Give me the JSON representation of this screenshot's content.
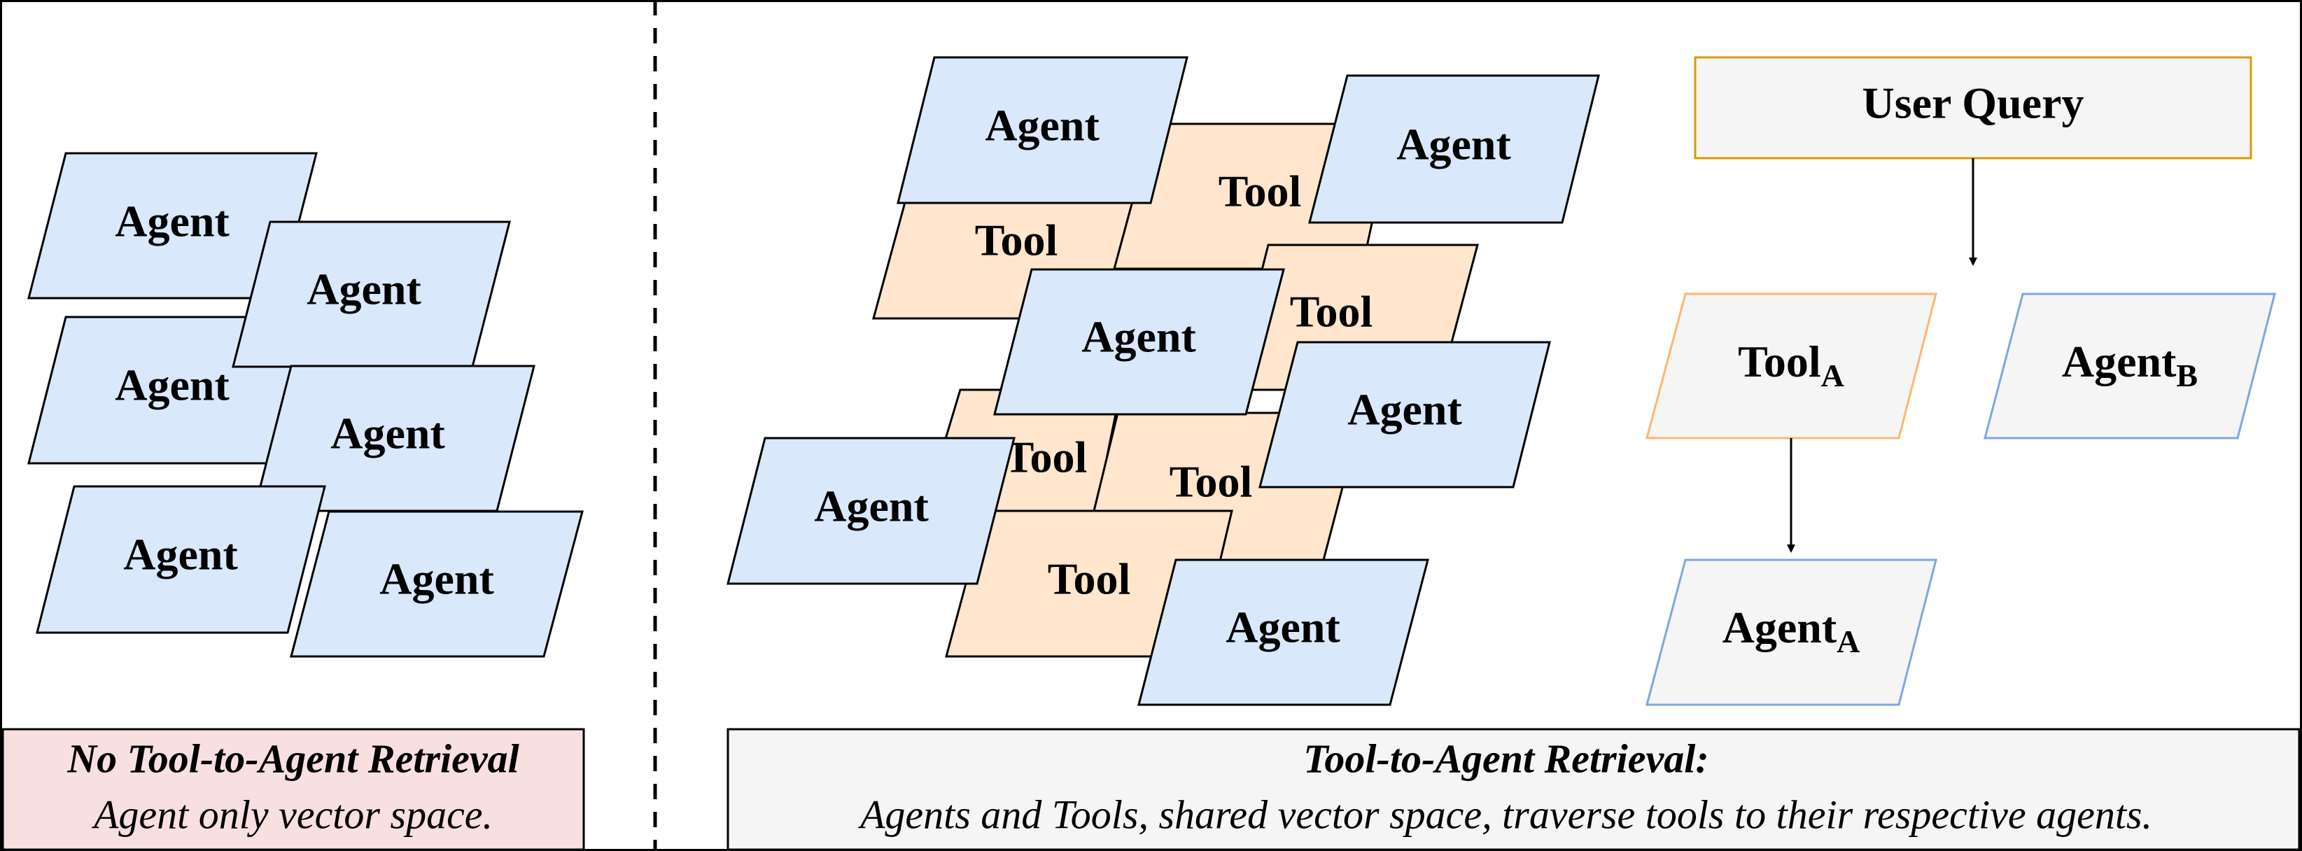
{
  "labels": {
    "agent": "Agent",
    "tool": "Tool",
    "user_query": "User Query",
    "tool_a_base": "Tool",
    "tool_a_sub": "A",
    "agent_b_base": "Agent",
    "agent_b_sub": "B",
    "agent_a_base": "Agent",
    "agent_a_sub": "A"
  },
  "left_caption": {
    "title": "No Tool-to-Agent Retrieval",
    "subtitle": "Agent only vector space."
  },
  "right_caption": {
    "title": "Tool-to-Agent Retrieval:",
    "subtitle": "Agents and Tools, shared vector space, traverse tools to their respective agents."
  },
  "colors": {
    "agent_fill": "#dae8fc",
    "tool_fill": "#ffe6cc",
    "query_fill": "#f5f5f5",
    "query_border": "#d79b00",
    "tool_outline": "#ffb570",
    "agent_outline": "#7ea6e0",
    "left_caption_fill": "#f8e0e0",
    "right_caption_fill": "#f5f5f5"
  }
}
